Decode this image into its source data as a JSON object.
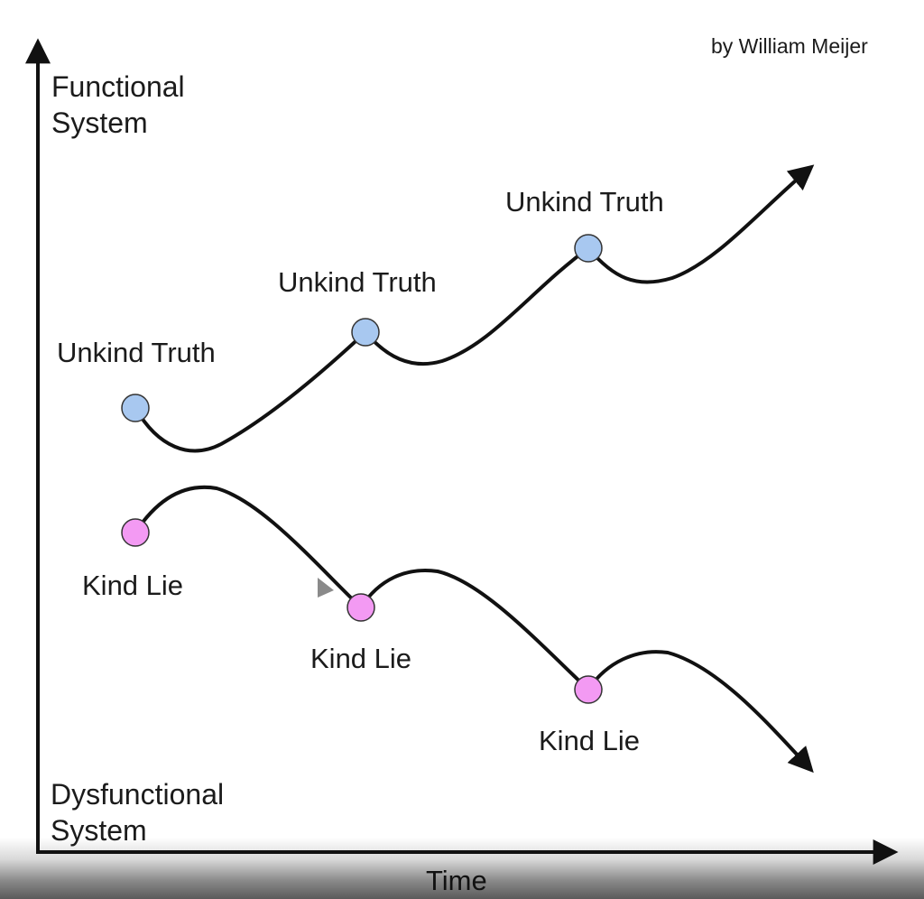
{
  "credit": "by William Meijer",
  "axes": {
    "y_top_line1": "Functional",
    "y_top_line2": "System",
    "y_bottom_line1": "Dysfunctional",
    "y_bottom_line2": "System",
    "x_label": "Time"
  },
  "truth_label": "Unkind Truth",
  "lie_label": "Kind Lie",
  "colors": {
    "truth_node": "#a8c8f0",
    "lie_node": "#f39af3",
    "stroke": "#111111"
  }
}
